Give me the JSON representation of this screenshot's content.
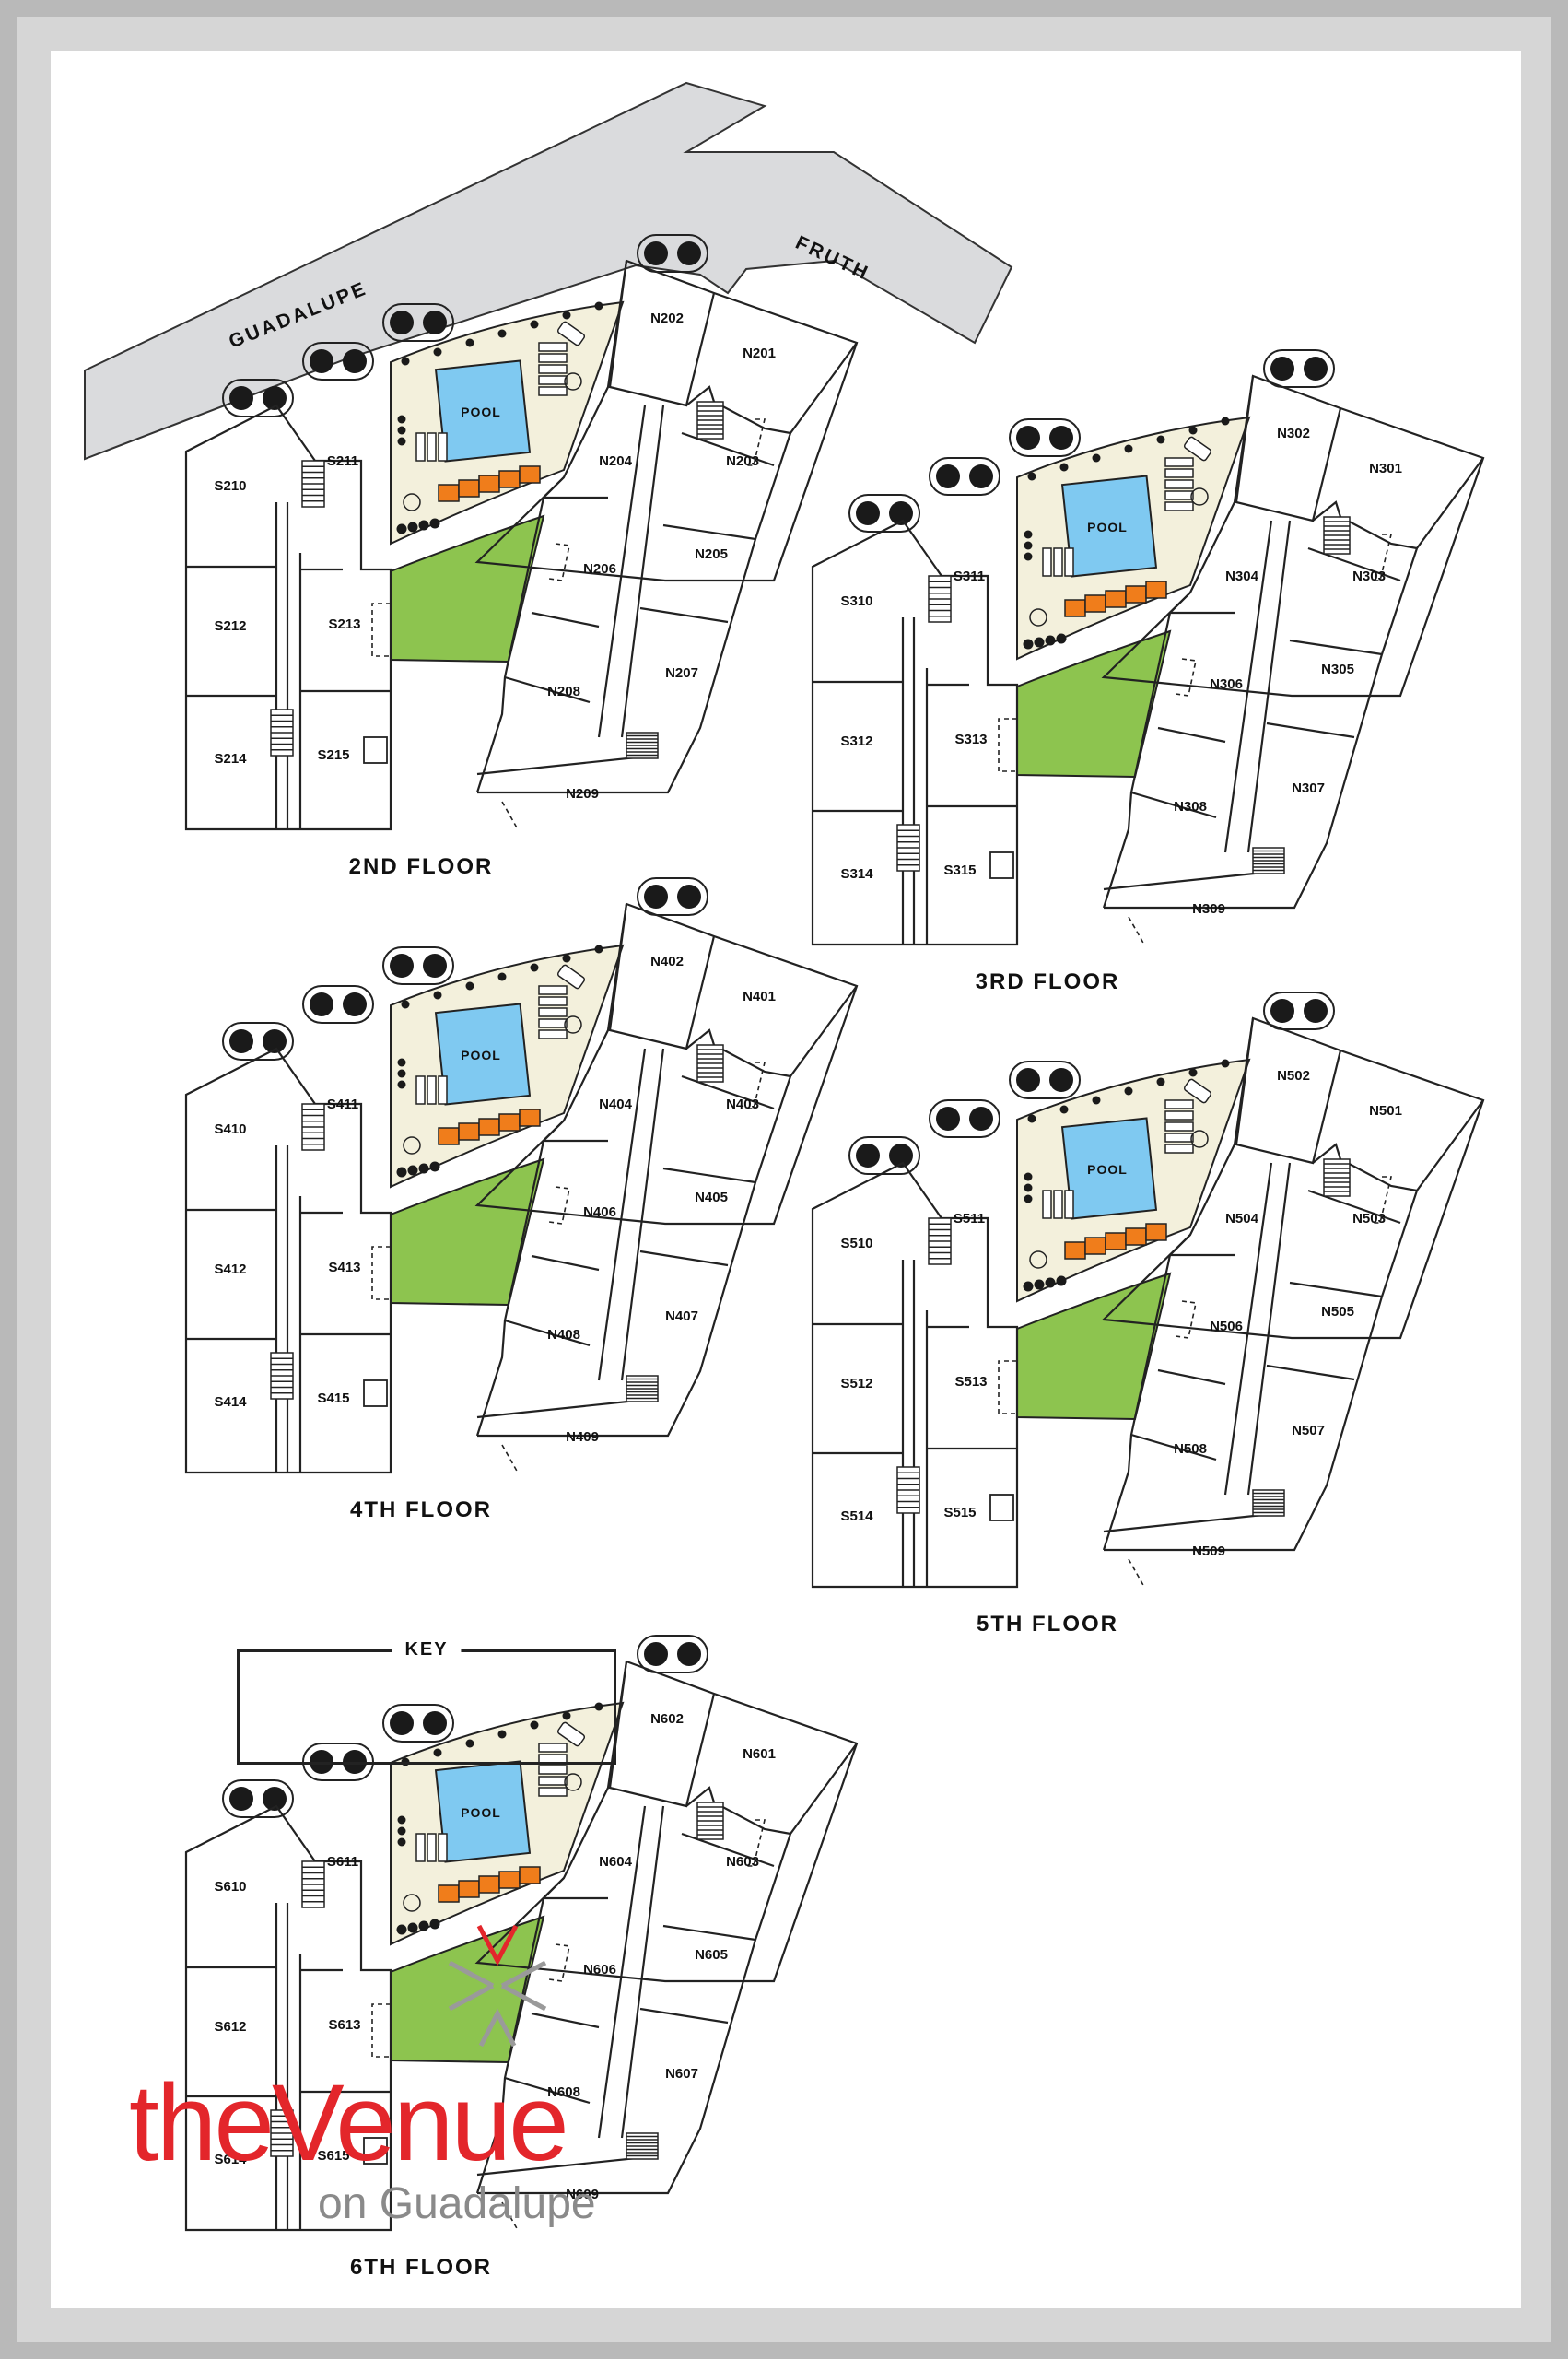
{
  "streets": {
    "guadalupe": "GUADALUPE",
    "fruth": "FRUTH"
  },
  "pool_label": "POOL",
  "key": {
    "title": "KEY"
  },
  "brand": {
    "name": "theVenue",
    "subtitle": "on Guadalupe"
  },
  "colors": {
    "pool": "#7fc9f1",
    "lawn": "#8dc44f",
    "cabana": "#f07d1b",
    "brand_red": "#e3262b",
    "brand_gray": "#8a8a8a",
    "street": "#dadbdd"
  },
  "floors": [
    {
      "label": "2ND FLOOR",
      "south_units": [
        "S210",
        "S211",
        "S212",
        "S213",
        "S214",
        "S215"
      ],
      "north_units": [
        "N202",
        "N201",
        "N204",
        "N203",
        "N206",
        "N205",
        "N208",
        "N207",
        "N209"
      ]
    },
    {
      "label": "3RD FLOOR",
      "south_units": [
        "S310",
        "S311",
        "S312",
        "S313",
        "S314",
        "S315"
      ],
      "north_units": [
        "N302",
        "N301",
        "N304",
        "N303",
        "N306",
        "N305",
        "N308",
        "N307",
        "N309"
      ]
    },
    {
      "label": "4TH FLOOR",
      "south_units": [
        "S410",
        "S411",
        "S412",
        "S413",
        "S414",
        "S415"
      ],
      "north_units": [
        "N402",
        "N401",
        "N404",
        "N403",
        "N406",
        "N405",
        "N408",
        "N407",
        "N409"
      ]
    },
    {
      "label": "5TH FLOOR",
      "south_units": [
        "S510",
        "S511",
        "S512",
        "S513",
        "S514",
        "S515"
      ],
      "north_units": [
        "N502",
        "N501",
        "N504",
        "N503",
        "N506",
        "N505",
        "N508",
        "N507",
        "N509"
      ]
    },
    {
      "label": "6TH FLOOR",
      "south_units": [
        "S610",
        "S611",
        "S612",
        "S613",
        "S614",
        "S615"
      ],
      "north_units": [
        "N602",
        "N601",
        "N604",
        "N603",
        "N606",
        "N605",
        "N608",
        "N607",
        "N609"
      ]
    }
  ]
}
